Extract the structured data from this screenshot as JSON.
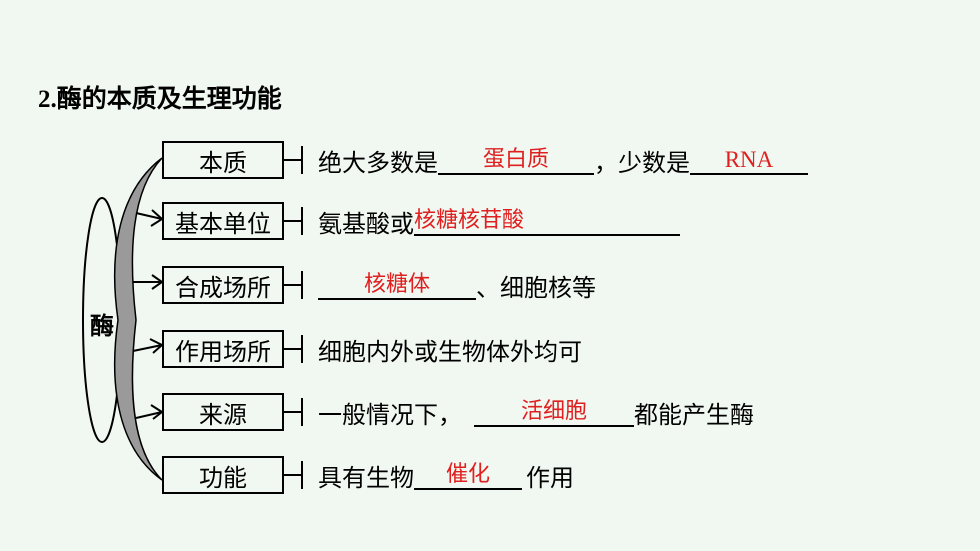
{
  "title": {
    "number": "2",
    "dot": ".",
    "text": "酶的本质及生理功能"
  },
  "center": "酶",
  "rows": [
    {
      "label": "本质",
      "before": "绝大多数是",
      "answer1": "蛋白质",
      "mid": "，少数是",
      "answer2": "RNA",
      "after": ""
    },
    {
      "label": "基本单位",
      "before": "氨基酸或",
      "answer1": "核糖核苷酸",
      "after": ""
    },
    {
      "label": "合成场所",
      "before": "",
      "answer1": "核糖体",
      "after": "、细胞核等"
    },
    {
      "label": "作用场所",
      "before": "细胞内外或生物体外均可"
    },
    {
      "label": "来源",
      "before": "一般情况下，",
      "answer1": "活细胞",
      "after": "都能产生酶"
    },
    {
      "label": "功能",
      "before": "具有生物",
      "answer1": "催化",
      "after": "作用"
    }
  ],
  "colors": {
    "answer": "#e02020",
    "background": "#f1f7f1",
    "brace_fill": "#9a9a9a"
  }
}
